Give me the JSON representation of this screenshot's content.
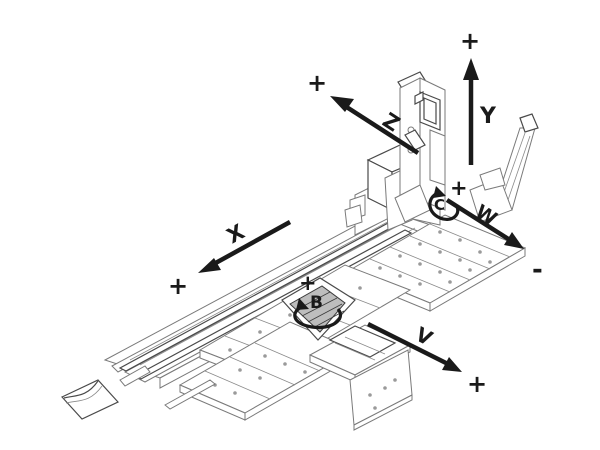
{
  "figure": {
    "axes": [
      {
        "id": "x",
        "letter": "X",
        "plus": "+",
        "minus": ""
      },
      {
        "id": "y",
        "letter": "Y",
        "plus": "+",
        "minus": ""
      },
      {
        "id": "z",
        "letter": "Z",
        "plus": "+",
        "minus": ""
      },
      {
        "id": "w",
        "letter": "W",
        "plus": "",
        "minus": "-"
      },
      {
        "id": "v",
        "letter": "V",
        "plus": "+",
        "minus": ""
      }
    ],
    "rotations": [
      {
        "id": "b",
        "letter": "B",
        "plus": "+"
      },
      {
        "id": "c",
        "letter": "C",
        "plus": "+"
      }
    ]
  },
  "colors": {
    "ink": "#1a1a1a",
    "outline": "#7a7a7a"
  }
}
